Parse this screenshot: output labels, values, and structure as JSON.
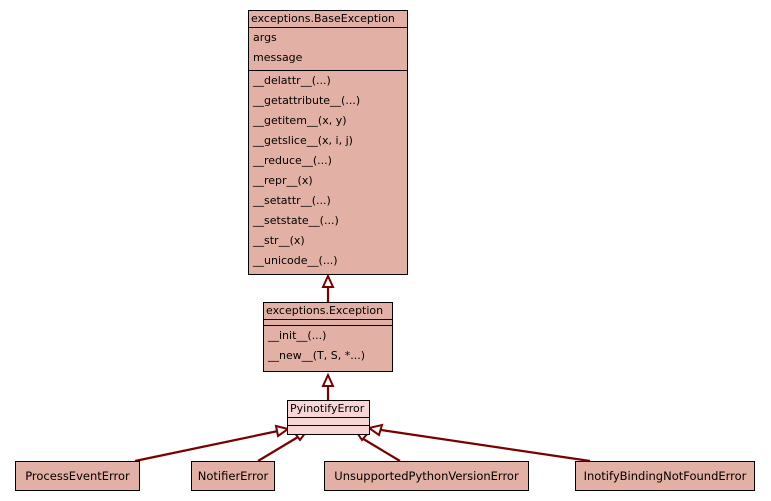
{
  "base_exception": {
    "name": "exceptions.BaseException",
    "attributes": [
      "args",
      "message"
    ],
    "methods": [
      "__delattr__(...)",
      "__getattribute__(...)",
      "__getitem__(x, y)",
      "__getslice__(x, i, j)",
      "__reduce__(...)",
      "__repr__(x)",
      "__setattr__(...)",
      "__setstate__(...)",
      "__str__(x)",
      "__unicode__(...)"
    ]
  },
  "exception": {
    "name": "exceptions.Exception",
    "methods": [
      "__init__(...)",
      "__new__(T, S, *...)"
    ]
  },
  "pyinotify_error": {
    "name": "PyinotifyError"
  },
  "subclasses": [
    "ProcessEventError",
    "NotifierError",
    "UnsupportedPythonVersionError",
    "InotifyBindingNotFoundError"
  ],
  "colors": {
    "box_fill": "#e2b0a4",
    "highlight_fill": "#f9d6d6",
    "arrow": "#7a0000"
  }
}
